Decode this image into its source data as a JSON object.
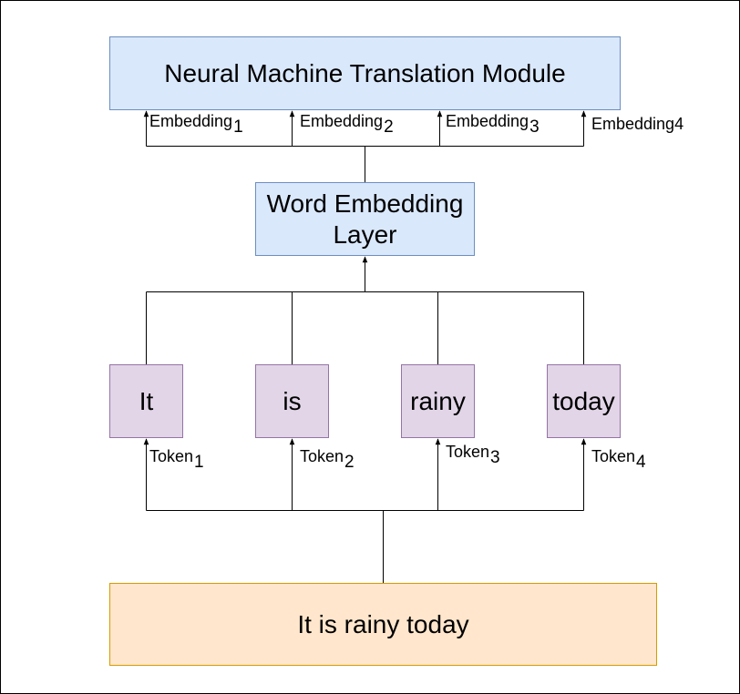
{
  "diagram": {
    "nmt_module": "Neural Machine Translation Module",
    "embedding_layer": "Word Embedding Layer",
    "tokens": [
      "It",
      "is",
      "rainy",
      "today"
    ],
    "sentence": "It is rainy today",
    "embedding_labels": [
      {
        "text": "Embedding",
        "sub": "1"
      },
      {
        "text": "Embedding",
        "sub": "2"
      },
      {
        "text": "Embedding",
        "sub": "3"
      },
      {
        "text": "Embedding4",
        "sub": ""
      }
    ],
    "token_labels": [
      {
        "text": "Token",
        "sub": "1"
      },
      {
        "text": "Token",
        "sub": "2"
      },
      {
        "text": "Token",
        "sub": "3"
      },
      {
        "text": "Token",
        "sub": "4"
      }
    ]
  },
  "colors": {
    "blue_fill": "#dae8fc",
    "blue_stroke": "#6c8ebf",
    "purple_fill": "#e1d5e7",
    "purple_stroke": "#9673a6",
    "orange_fill": "#ffe6cc",
    "orange_stroke": "#d79b00"
  }
}
